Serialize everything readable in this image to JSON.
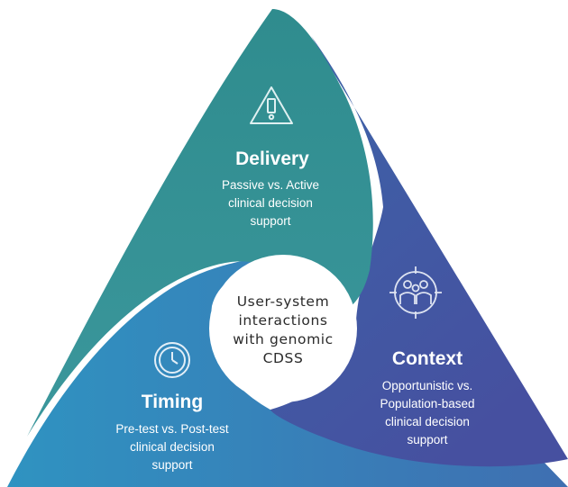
{
  "center": {
    "lines": [
      "User-system",
      "interactions",
      "with genomic",
      "CDSS"
    ]
  },
  "segments": {
    "delivery": {
      "icon": "warning-icon",
      "title": "Delivery",
      "lines": [
        "Passive vs. Active",
        "clinical decision",
        "support"
      ],
      "color": "#3a8f92"
    },
    "context": {
      "icon": "group-target-icon",
      "title": "Context",
      "lines": [
        "Opportunistic vs.",
        "Population-based",
        "clinical decision",
        "support"
      ],
      "color": "#3f58a0"
    },
    "timing": {
      "icon": "clock-icon",
      "title": "Timing",
      "lines": [
        "Pre-test vs. Post-test",
        "clinical decision",
        "support"
      ],
      "color": "#3b7cb8"
    }
  }
}
